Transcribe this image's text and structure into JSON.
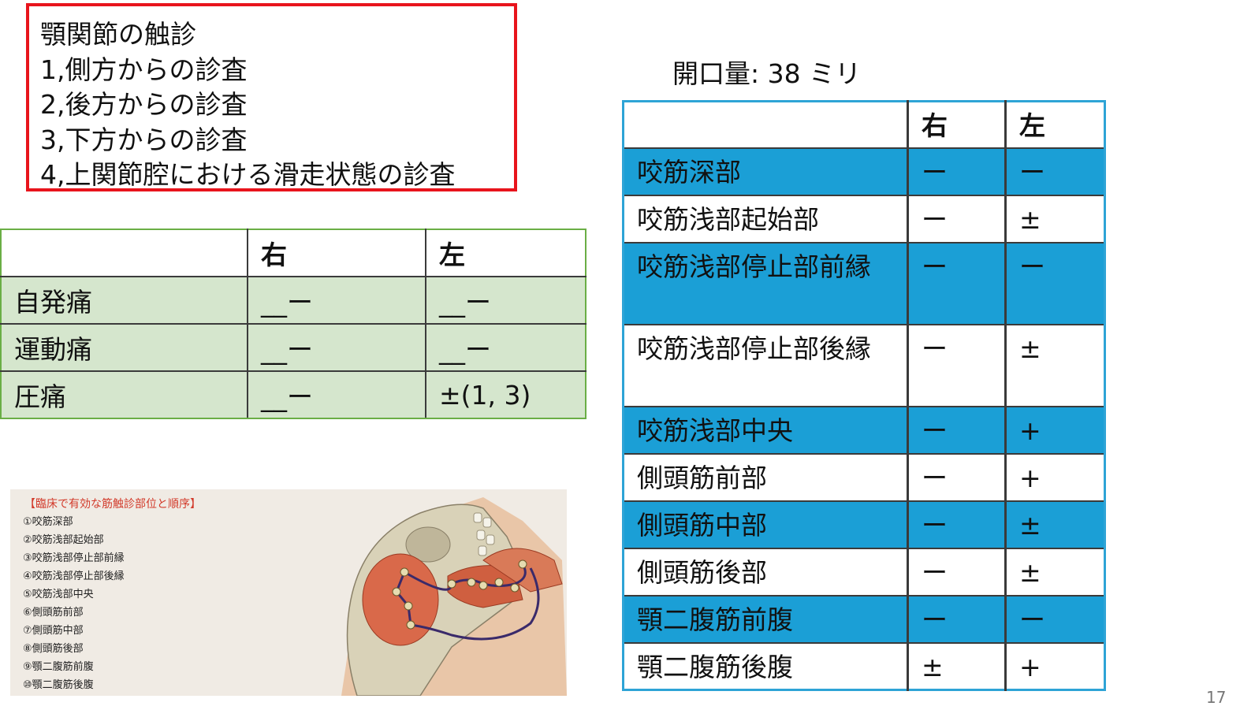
{
  "redbox": {
    "lines": [
      "顎関節の触診",
      "1,側方からの診査",
      "2,後方からの診査",
      "3,下方からの診査",
      "4,上関節腔における滑走状態の診査"
    ]
  },
  "opening": "開口量:  38   ミリ",
  "pain_table": {
    "headers": [
      "",
      "右",
      "左"
    ],
    "rows": [
      [
        "自発痛",
        "__ー",
        "__ー"
      ],
      [
        "運動痛",
        "__ー",
        "__ー"
      ],
      [
        "圧痛",
        "__ー",
        "±(1, 3)"
      ]
    ]
  },
  "muscle_table": {
    "headers": [
      "",
      "右",
      "左"
    ],
    "rows": [
      [
        "咬筋深部",
        "ー",
        "ー"
      ],
      [
        "咬筋浅部起始部",
        "ー",
        "±"
      ],
      [
        "咬筋浅部停止部前縁",
        "ー",
        "ー"
      ],
      [
        "咬筋浅部停止部後縁",
        "ー",
        "±"
      ],
      [
        "咬筋浅部中央",
        "ー",
        "+"
      ],
      [
        "側頭筋前部",
        "ー",
        "+"
      ],
      [
        "側頭筋中部",
        "ー",
        "±"
      ],
      [
        "側頭筋後部",
        "ー",
        "±"
      ],
      [
        "顎二腹筋前腹",
        "ー",
        "ー"
      ],
      [
        "顎二腹筋後腹",
        "±",
        "+"
      ]
    ]
  },
  "illustration": {
    "title": "【臨床で有効な筋触診部位と順序】",
    "items": [
      "①咬筋深部",
      "②咬筋浅部起始部",
      "③咬筋浅部停止部前縁",
      "④咬筋浅部停止部後縁",
      "⑤咬筋浅部中央",
      "⑥側頭筋前部",
      "⑦側頭筋中部",
      "⑧側頭筋後部",
      "⑨顎二腹筋前腹",
      "⑩顎二腹筋後腹"
    ]
  },
  "page_number": "17",
  "colors": {
    "red_frame": "#e8141c",
    "green_border": "#6aae45",
    "green_fill": "#d5e6cd",
    "blue_fill": "#1b9fd6",
    "blue_border": "#2ea4d6"
  }
}
